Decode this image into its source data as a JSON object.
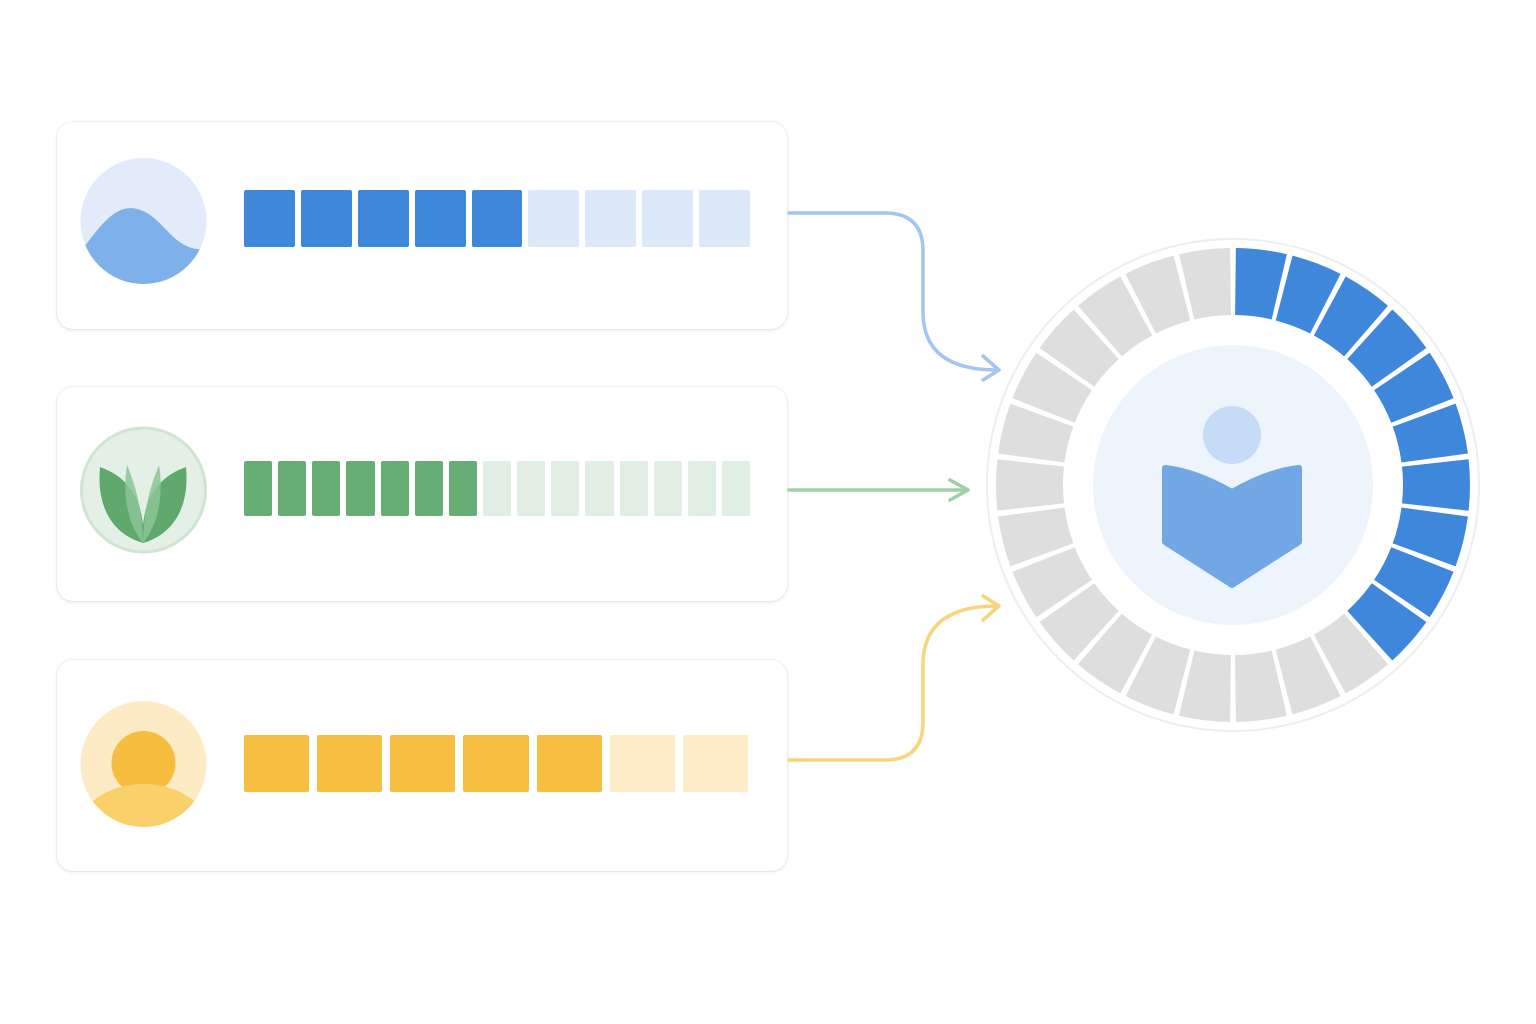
{
  "colors": {
    "blue": "#3f87db",
    "blue_light": "#dde8f8",
    "green": "#66ae75",
    "green_light": "#e0eee3",
    "yellow": "#f7bf42",
    "yellow_light": "#fdecc7",
    "gray_segment": "#dedede",
    "hub_inner": "#eef4fc",
    "hub_icon": "#72a7e6"
  },
  "sources": [
    {
      "icon": "wave-icon",
      "color": "blue",
      "progress_total": 9,
      "progress_filled": 5
    },
    {
      "icon": "leaf-icon",
      "color": "green",
      "progress_total": 15,
      "progress_filled": 7
    },
    {
      "icon": "person-icon",
      "color": "yellow",
      "progress_total": 7,
      "progress_filled": 5
    }
  ],
  "hub": {
    "icon": "reader-book-icon",
    "ring_segments_total": 26,
    "ring_segments_filled": 10
  }
}
